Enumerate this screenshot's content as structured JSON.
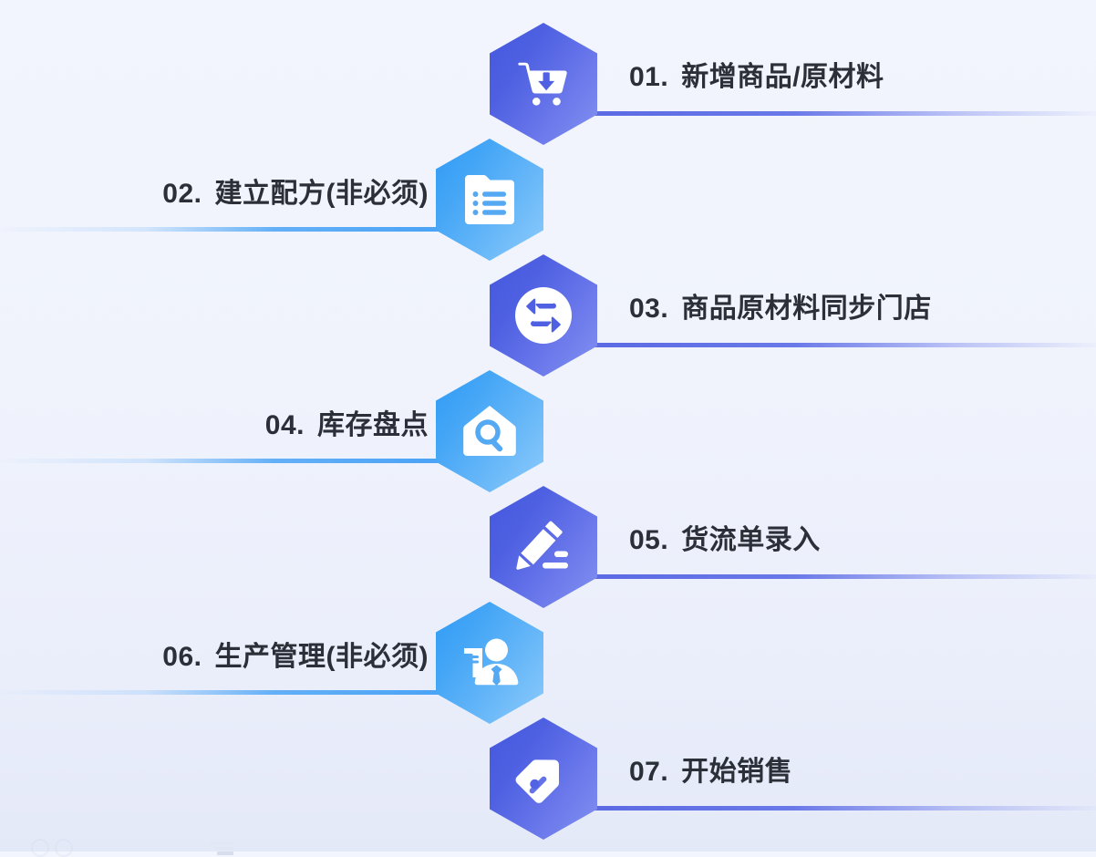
{
  "diagram": {
    "title_text": "",
    "background_color": "#f1f4fc",
    "accent_dark": "#4a5ae0",
    "accent_light": "#3da0f5",
    "text_color": "#2b2f38",
    "steps": [
      {
        "number": "01.",
        "label": "新增商品/原材料",
        "icon": "shopping-cart-download-icon",
        "side": "right",
        "color": "#4a5ae0"
      },
      {
        "number": "02.",
        "label": "建立配方(非必须)",
        "icon": "document-list-icon",
        "side": "left",
        "color": "#3da0f5"
      },
      {
        "number": "03.",
        "label": "商品原材料同步门店",
        "icon": "sync-arrows-icon",
        "side": "right",
        "color": "#4a5ae0"
      },
      {
        "number": "04.",
        "label": "库存盘点",
        "icon": "warehouse-search-icon",
        "side": "left",
        "color": "#3da0f5"
      },
      {
        "number": "05.",
        "label": "货流单录入",
        "icon": "pencil-write-icon",
        "side": "right",
        "color": "#4a5ae0"
      },
      {
        "number": "06.",
        "label": "生产管理(非必须)",
        "icon": "user-badge-icon",
        "side": "left",
        "color": "#3da0f5"
      },
      {
        "number": "07.",
        "label": "开始销售",
        "icon": "price-tag-icon",
        "side": "right",
        "color": "#4a5ae0"
      }
    ]
  }
}
